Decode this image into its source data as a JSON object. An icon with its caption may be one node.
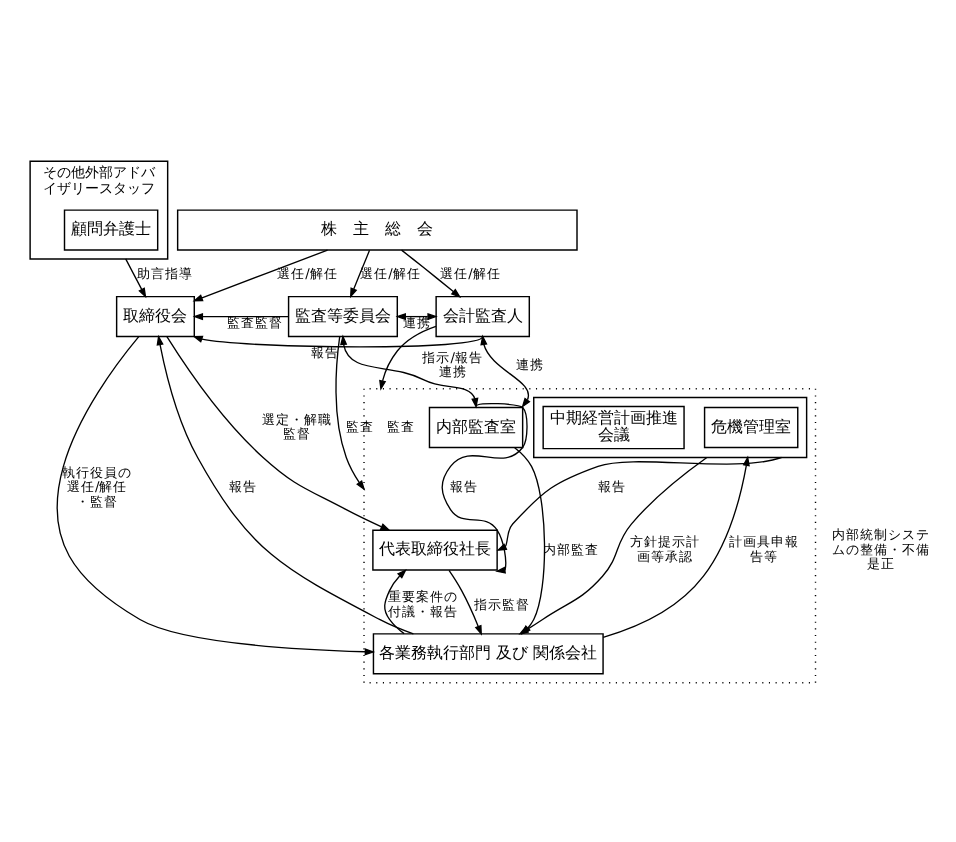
{
  "diagram": {
    "nodes": [
      {
        "text": [
          "株　主　総　会"
        ]
      },
      {
        "text": [
          "取締役会"
        ]
      },
      {
        "text": [
          "監査等委員会"
        ]
      },
      {
        "text": [
          "会計監査人"
        ]
      },
      {
        "text": [
          "その他外部アドバイザリースタッフ"
        ]
      },
      {
        "text": [
          "顧問弁護士"
        ],
        "in": 4
      },
      {
        "text": [],
        "shape": "box"
      },
      {
        "text": [
          "代表取締役社長"
        ],
        "in": 6
      },
      {
        "text": [
          "内部監査室"
        ],
        "in": 6
      },
      {
        "text": [],
        "shape": "box",
        "in": 6
      },
      {
        "text": [
          "危機管理室"
        ],
        "in": 9
      },
      {
        "text": [
          "中期経営計画推進会議"
        ],
        "in": 9
      },
      {
        "text": [
          "各業務執行部門 及び 関係会社"
        ],
        "in": 6
      }
    ],
    "edges": [
      {
        "from": 0,
        "to": 1,
        "arrow": "to",
        "label": "選任/解任"
      },
      {
        "from": 0,
        "to": 2,
        "arrow": "to",
        "label": "選任/解任"
      },
      {
        "from": 0,
        "to": 3,
        "arrow": "to",
        "label": "選任/解任"
      },
      {
        "from": 2,
        "to": 1,
        "arrow": "to",
        "label": "監査監督"
      },
      {
        "from": 2,
        "to": 3,
        "arrow": "both",
        "label": "連携"
      },
      {
        "from": 3,
        "to": 1,
        "arrow": "to",
        "label": "報告"
      },
      {
        "from": 4,
        "to": 1,
        "arrow": "to",
        "label": "助言指導"
      },
      {
        "from": 1,
        "to": 7,
        "arrow": "to",
        "label": "選定・解職監督"
      },
      {
        "from": 2,
        "to": 6,
        "arrow": "to",
        "label": "監査"
      },
      {
        "from": 3,
        "to": 6,
        "arrow": "to",
        "label": "監査"
      },
      {
        "from": 2,
        "to": 8,
        "arrow": "both",
        "label": "指示/報告連携"
      },
      {
        "from": 3,
        "to": 8,
        "arrow": "both",
        "label": "連携"
      },
      {
        "from": 8,
        "to": 7,
        "arrow": "to",
        "label": "報告"
      },
      {
        "from": 9,
        "to": 7,
        "arrow": "to",
        "label": "報告"
      },
      {
        "from": 1,
        "to": 12,
        "arrow": "to",
        "label": "執行役員の選任/解任・監督"
      },
      {
        "from": 12,
        "to": 1,
        "arrow": "to",
        "label": "報告"
      },
      {
        "from": 7,
        "to": 12,
        "arrow": "to",
        "label": "指示監督"
      },
      {
        "from": 12,
        "to": 7,
        "arrow": "to",
        "label": "重要案件の付議・報告"
      },
      {
        "from": 8,
        "to": 12,
        "arrow": "to",
        "label": "内部監査"
      },
      {
        "from": 12,
        "to": 9,
        "arrow": "to",
        "label": "計画具申報告等"
      },
      {
        "from": 9,
        "to": 12,
        "arrow": "to",
        "label": "方針提示計画等承認"
      }
    ],
    "labels": [
      "内部統制システムの整備・不備是正"
    ]
  }
}
